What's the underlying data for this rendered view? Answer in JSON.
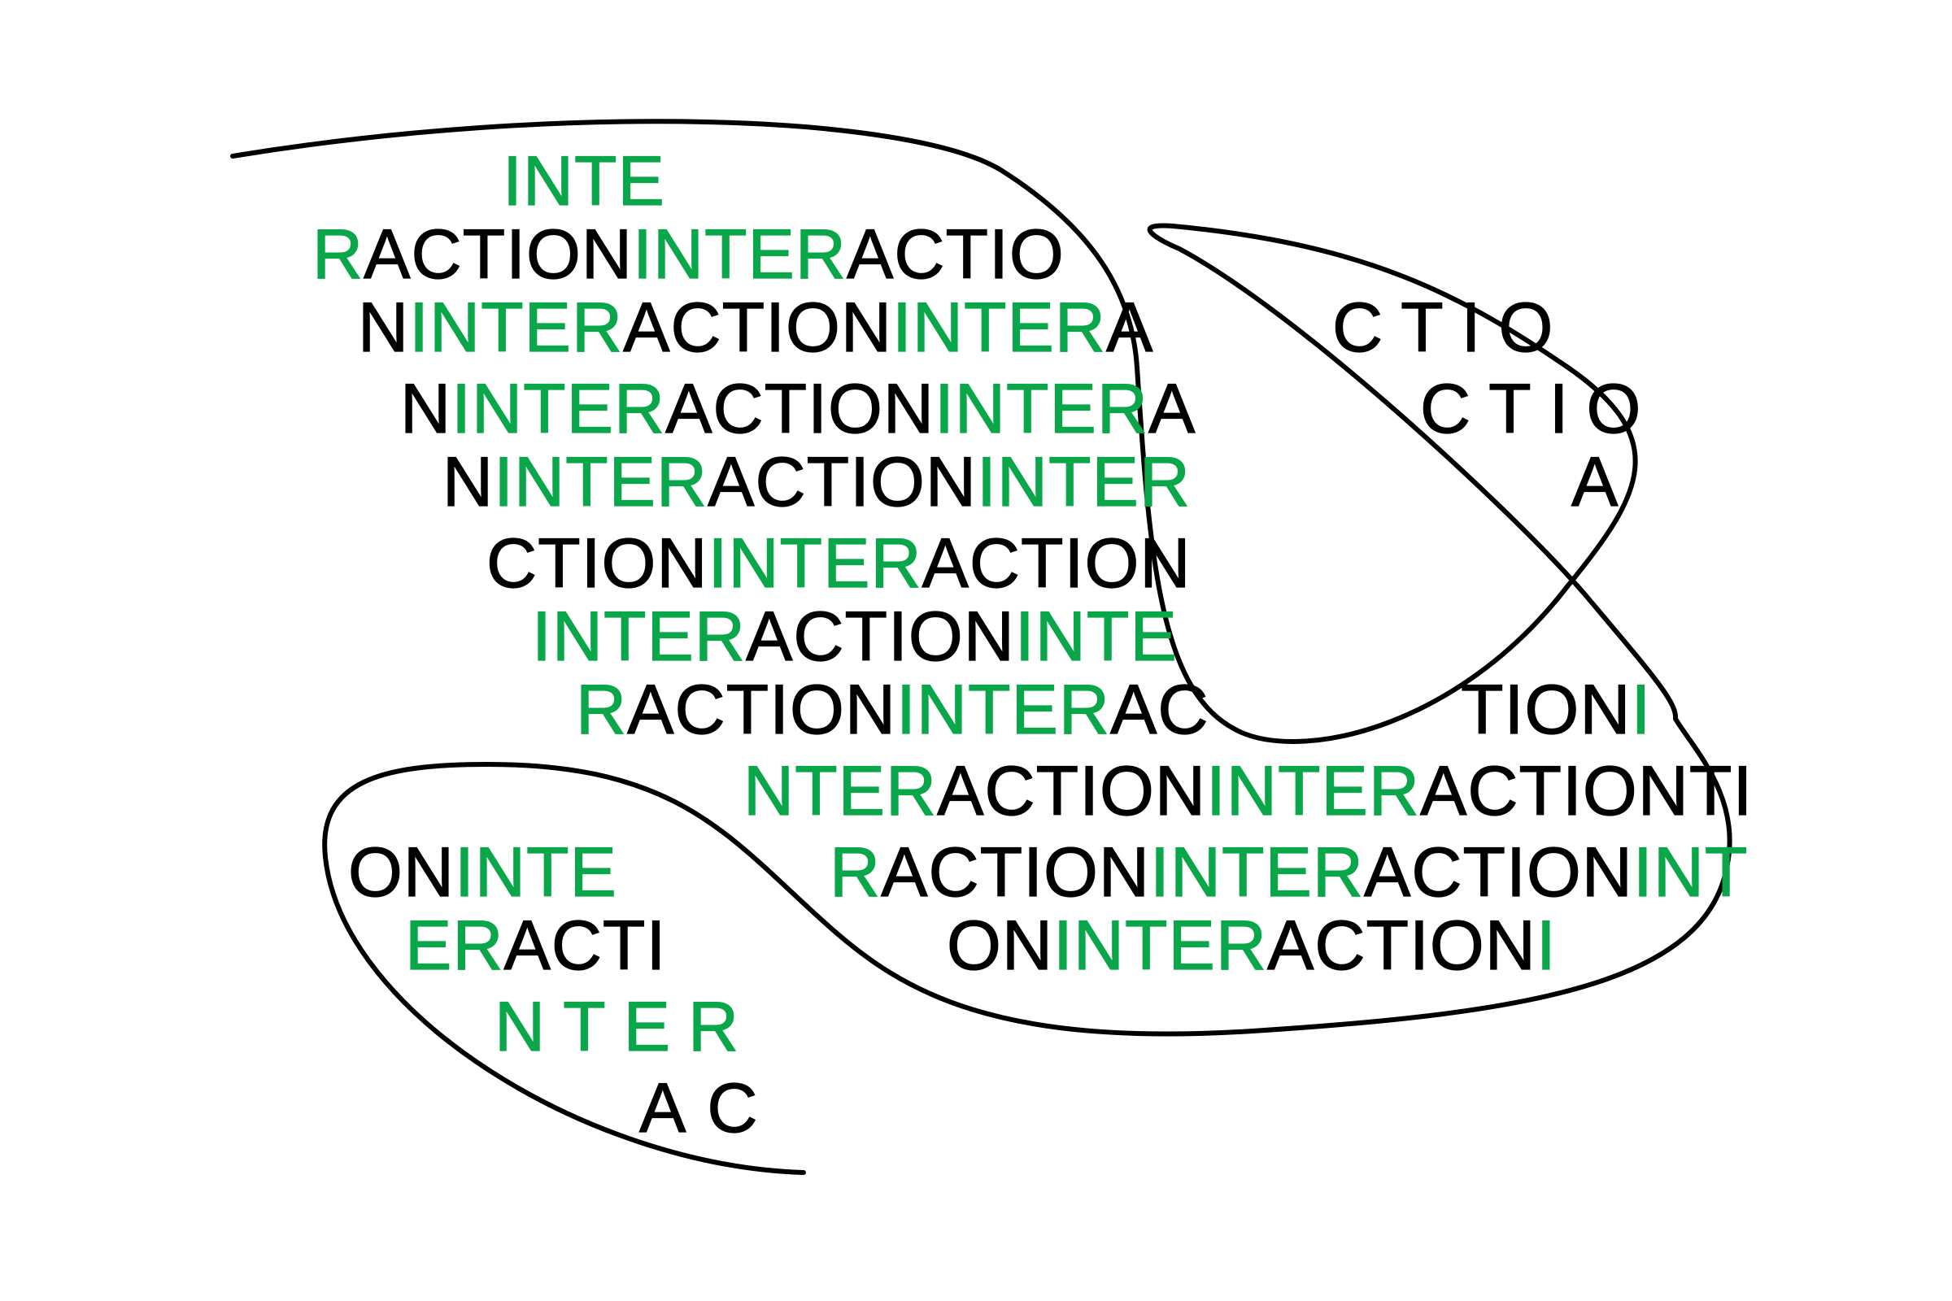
{
  "colors": {
    "green": "#0aa64a",
    "black": "#000000",
    "background": "#ffffff"
  },
  "lines": [
    {
      "name": "line-01",
      "segments": [
        {
          "t": "INTE",
          "c": "g"
        }
      ]
    },
    {
      "name": "line-02",
      "segments": [
        {
          "t": "R",
          "c": "g"
        },
        {
          "t": "ACTION",
          "c": "k"
        },
        {
          "t": "INTER",
          "c": "g"
        },
        {
          "t": "ACTIO",
          "c": "k"
        }
      ]
    },
    {
      "name": "line-03",
      "segments": [
        {
          "t": "N",
          "c": "k"
        },
        {
          "t": "INTER",
          "c": "g"
        },
        {
          "t": "ACTION",
          "c": "k"
        },
        {
          "t": "INTER",
          "c": "g"
        },
        {
          "t": "A",
          "c": "k"
        }
      ]
    },
    {
      "name": "line-04",
      "segments": [
        {
          "t": "CTIO",
          "c": "k"
        }
      ]
    },
    {
      "name": "line-05",
      "segments": [
        {
          "t": "N",
          "c": "k"
        },
        {
          "t": "INTER",
          "c": "g"
        },
        {
          "t": "ACTION",
          "c": "k"
        },
        {
          "t": "INTER",
          "c": "g"
        },
        {
          "t": "A",
          "c": "k"
        }
      ]
    },
    {
      "name": "line-06",
      "segments": [
        {
          "t": "CTIO",
          "c": "k"
        }
      ]
    },
    {
      "name": "line-07",
      "segments": [
        {
          "t": "N",
          "c": "k"
        },
        {
          "t": "INTER",
          "c": "g"
        },
        {
          "t": "ACTION",
          "c": "k"
        },
        {
          "t": "INTER",
          "c": "g"
        }
      ]
    },
    {
      "name": "line-08",
      "segments": [
        {
          "t": "A",
          "c": "k"
        }
      ]
    },
    {
      "name": "line-09",
      "segments": [
        {
          "t": "CTION",
          "c": "k"
        },
        {
          "t": "INTER",
          "c": "g"
        },
        {
          "t": "ACTION",
          "c": "k"
        }
      ]
    },
    {
      "name": "line-10",
      "segments": [
        {
          "t": "INTER",
          "c": "g"
        },
        {
          "t": "ACTION",
          "c": "k"
        },
        {
          "t": "INTE",
          "c": "g"
        }
      ]
    },
    {
      "name": "line-11",
      "segments": [
        {
          "t": "R",
          "c": "g"
        },
        {
          "t": "ACTION",
          "c": "k"
        },
        {
          "t": "INTER",
          "c": "g"
        },
        {
          "t": "AC",
          "c": "k"
        }
      ]
    },
    {
      "name": "line-12",
      "segments": [
        {
          "t": "TION",
          "c": "k"
        },
        {
          "t": "I",
          "c": "g"
        }
      ]
    },
    {
      "name": "line-13",
      "segments": [
        {
          "t": "NTER",
          "c": "g"
        },
        {
          "t": "ACTION",
          "c": "k"
        },
        {
          "t": "INTER",
          "c": "g"
        },
        {
          "t": "ACTIONTI",
          "c": "k"
        }
      ]
    },
    {
      "name": "line-14",
      "segments": [
        {
          "t": "ON",
          "c": "k"
        },
        {
          "t": "INTE",
          "c": "g"
        }
      ]
    },
    {
      "name": "line-15",
      "segments": [
        {
          "t": "R",
          "c": "g"
        },
        {
          "t": "ACTION",
          "c": "k"
        },
        {
          "t": "INTER",
          "c": "g"
        },
        {
          "t": "ACTION",
          "c": "k"
        },
        {
          "t": "INT",
          "c": "g"
        }
      ]
    },
    {
      "name": "line-16",
      "segments": [
        {
          "t": "ER",
          "c": "g"
        },
        {
          "t": "ACTI",
          "c": "k"
        }
      ]
    },
    {
      "name": "line-17",
      "segments": [
        {
          "t": "ON",
          "c": "k"
        },
        {
          "t": "INTER",
          "c": "g"
        },
        {
          "t": "ACTION",
          "c": "k"
        },
        {
          "t": "I",
          "c": "g"
        }
      ]
    },
    {
      "name": "line-18",
      "segments": [
        {
          "t": "NTER",
          "c": "g"
        }
      ]
    },
    {
      "name": "line-19",
      "segments": [
        {
          "t": "AC",
          "c": "k"
        }
      ]
    }
  ]
}
